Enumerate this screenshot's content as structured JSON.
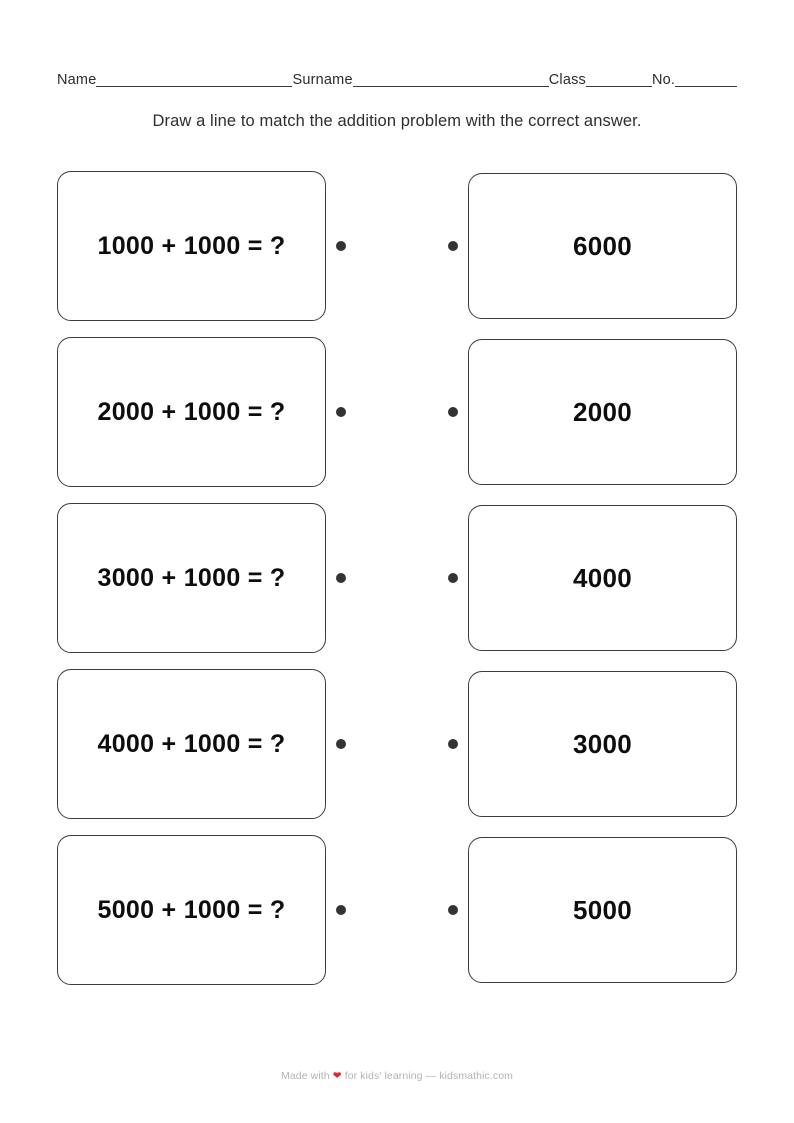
{
  "header": {
    "fields": [
      {
        "label": "Name",
        "rule": "name"
      },
      {
        "label": "Surname",
        "rule": "surname"
      },
      {
        "label": "Class",
        "rule": "class"
      },
      {
        "label": "No.",
        "rule": "no"
      }
    ]
  },
  "instruction": "Draw a line to match the addition problem with the correct answer.",
  "worksheet": {
    "rows": [
      {
        "problem": "1000 + 1000 = ?",
        "answer": "6000"
      },
      {
        "problem": "2000 + 1000 = ?",
        "answer": "2000"
      },
      {
        "problem": "3000 + 1000 = ?",
        "answer": "4000"
      },
      {
        "problem": "4000 + 1000 = ?",
        "answer": "3000"
      },
      {
        "problem": "5000 + 1000 = ?",
        "answer": "5000"
      }
    ]
  },
  "footer": {
    "prefix": "Made with ",
    "heart": "❤",
    "suffix": " for kids' learning — kidsmathic.com"
  },
  "colors": {
    "card_border": "#3c3c3c",
    "dot": "#333333",
    "text": "#0d0d0d",
    "footer_text": "#b3b3b3",
    "heart": "#e8242a"
  }
}
